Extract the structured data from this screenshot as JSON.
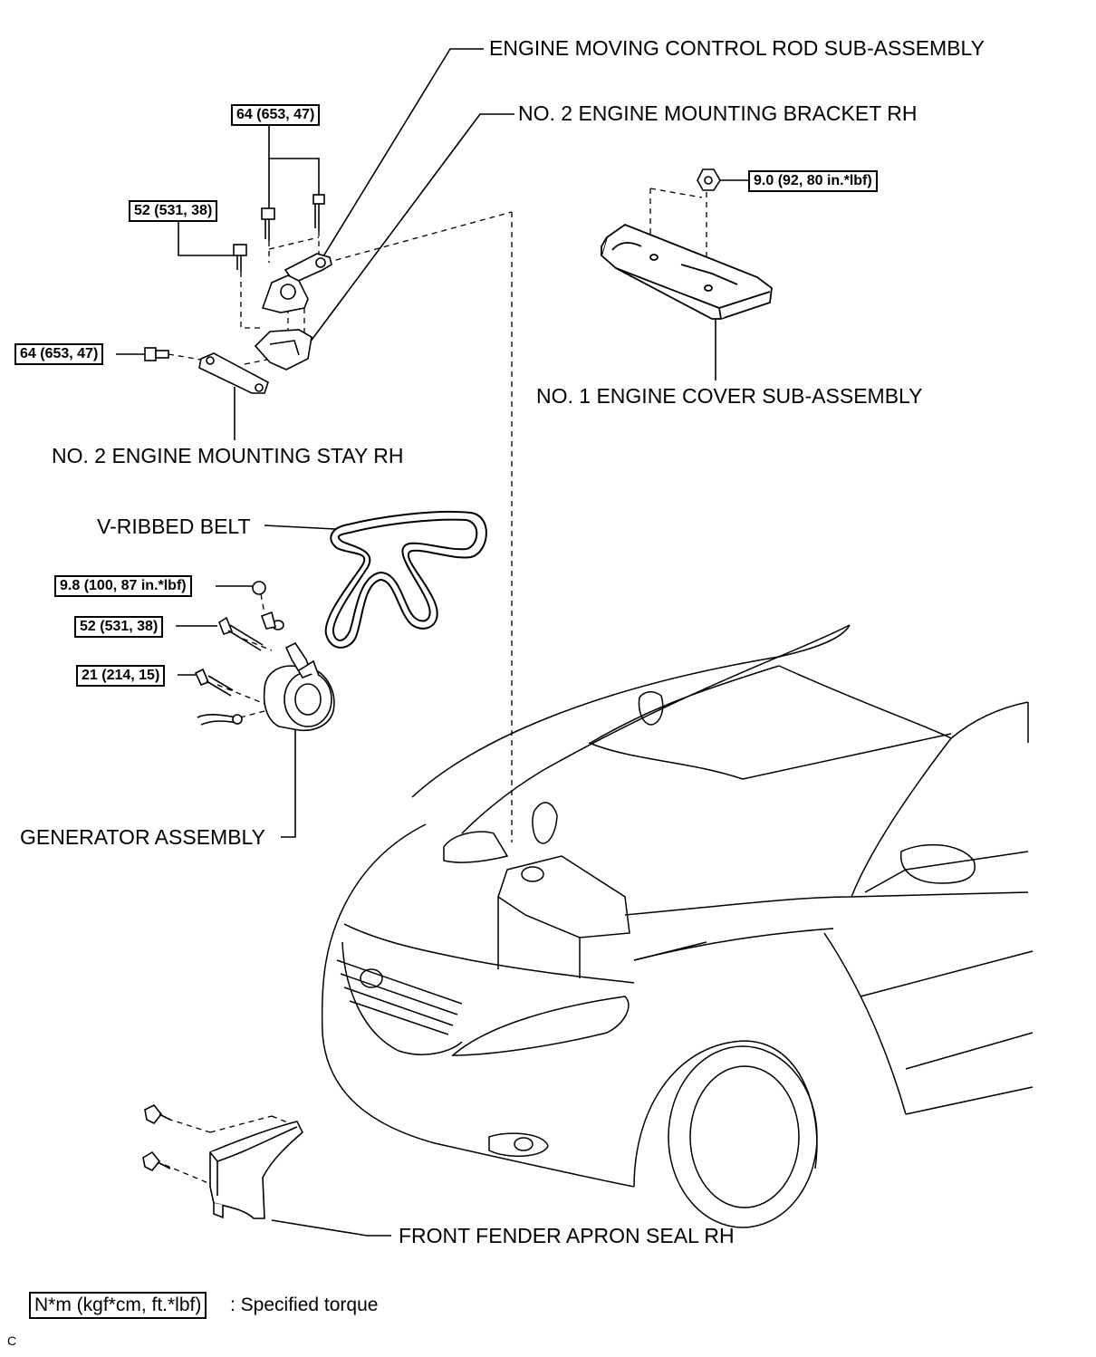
{
  "labels": {
    "control_rod": "ENGINE MOVING CONTROL ROD SUB-ASSEMBLY",
    "mounting_bracket": "NO. 2 ENGINE MOUNTING BRACKET RH",
    "engine_cover": "NO. 1 ENGINE COVER SUB-ASSEMBLY",
    "mounting_stay": "NO. 2 ENGINE MOUNTING STAY RH",
    "v_belt": "V-RIBBED BELT",
    "generator": "GENERATOR ASSEMBLY",
    "apron_seal": "FRONT FENDER APRON SEAL RH"
  },
  "torques": {
    "t1": "64 (653, 47)",
    "t2": "52 (531, 38)",
    "t3": "64 (653, 47)",
    "t4": "9.0 (92, 80 in.*lbf)",
    "t5": "9.8 (100, 87 in.*lbf)",
    "t6": "52 (531, 38)",
    "t7": "21 (214, 15)"
  },
  "legend": {
    "units": "N*m (kgf*cm, ft.*lbf)",
    "description": ": Specified torque"
  },
  "figure_code": "C"
}
